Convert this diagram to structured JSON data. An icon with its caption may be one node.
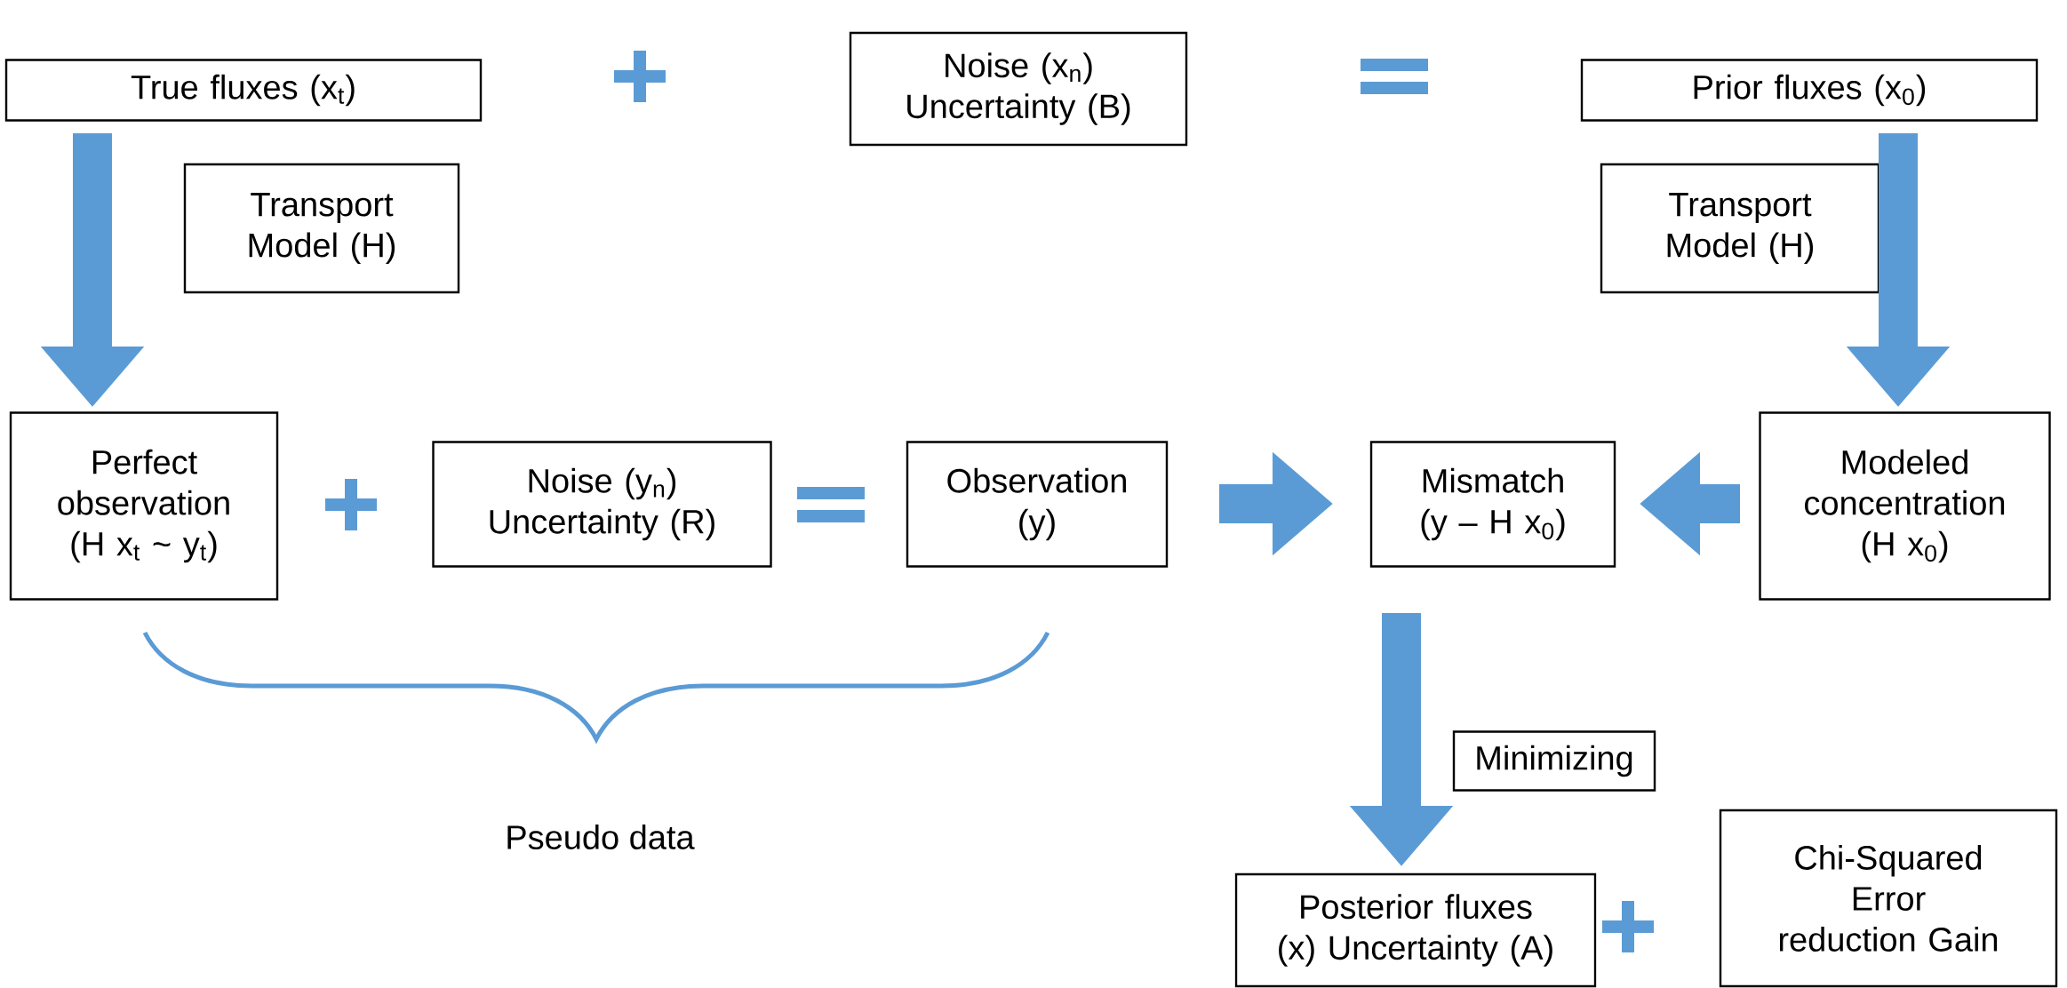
{
  "diagram": {
    "nodes": [
      {
        "text": [
          "True fluxes (x$_{t}$)"
        ]
      },
      {
        "text": [
          "Noise (x$_{n}$) Uncertainty (B)"
        ]
      },
      {
        "text": [
          "Prior fluxes (x$_{0}$)"
        ]
      },
      {
        "text": [
          "Transport Model (H)"
        ]
      },
      {
        "text": [
          "Transport Model (H)"
        ]
      },
      {
        "text": [
          "Perfect observation (H x$_{t}$ ~ y$_{t}$)"
        ]
      },
      {
        "text": [
          "Noise (y$_{n}$) Uncertainty (R)"
        ]
      },
      {
        "text": [
          "Observation (y)"
        ]
      },
      {
        "text": [
          "Mismatch (y – H x$_{0}$)"
        ]
      },
      {
        "text": [
          "Modeled concentration (H x$_{0}$)"
        ]
      },
      {
        "text": [
          "Minimizing"
        ]
      },
      {
        "text": [
          "Posterior fluxes (x) Uncertainty (A)"
        ]
      },
      {
        "text": [
          "Chi-Squared Error reduction Gain"
        ]
      }
    ],
    "edges": [
      {
        "from": 0,
        "to": 5,
        "arrow": "to"
      },
      {
        "from": 2,
        "to": 9,
        "arrow": "to"
      },
      {
        "from": 7,
        "to": 8,
        "arrow": "to"
      },
      {
        "from": 9,
        "to": 8,
        "arrow": "to"
      },
      {
        "from": 8,
        "to": 11,
        "arrow": "to"
      }
    ],
    "labels": [
      "Pseudo data"
    ]
  }
}
